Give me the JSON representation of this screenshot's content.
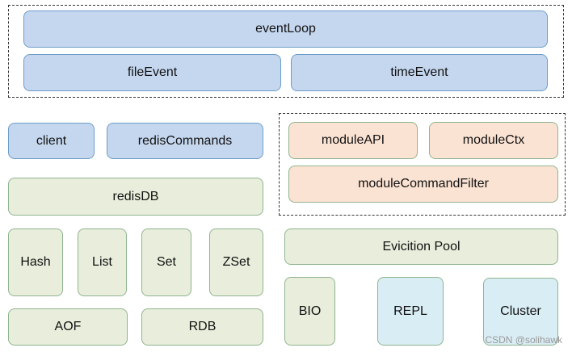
{
  "top": {
    "eventLoop": "eventLoop",
    "fileEvent": "fileEvent",
    "timeEvent": "timeEvent"
  },
  "row2": {
    "client": "client",
    "redisCommands": "redisCommands"
  },
  "modules": {
    "moduleAPI": "moduleAPI",
    "moduleCtx": "moduleCtx",
    "moduleCommandFilter": "moduleCommandFilter"
  },
  "db": {
    "redisDB": "redisDB",
    "hash": "Hash",
    "list": "List",
    "set": "Set",
    "zset": "ZSet",
    "aof": "AOF",
    "rdb": "RDB"
  },
  "right": {
    "evictionPool": "Evicition Pool",
    "bio": "BIO",
    "repl": "REPL",
    "cluster": "Cluster"
  },
  "watermark": "CSDN @solihawk",
  "colors": {
    "blue_fill": "#c5d7ef",
    "green_fill": "#e8eedb",
    "orange_fill": "#fbe3d3",
    "cyan_fill": "#d9edf4"
  }
}
